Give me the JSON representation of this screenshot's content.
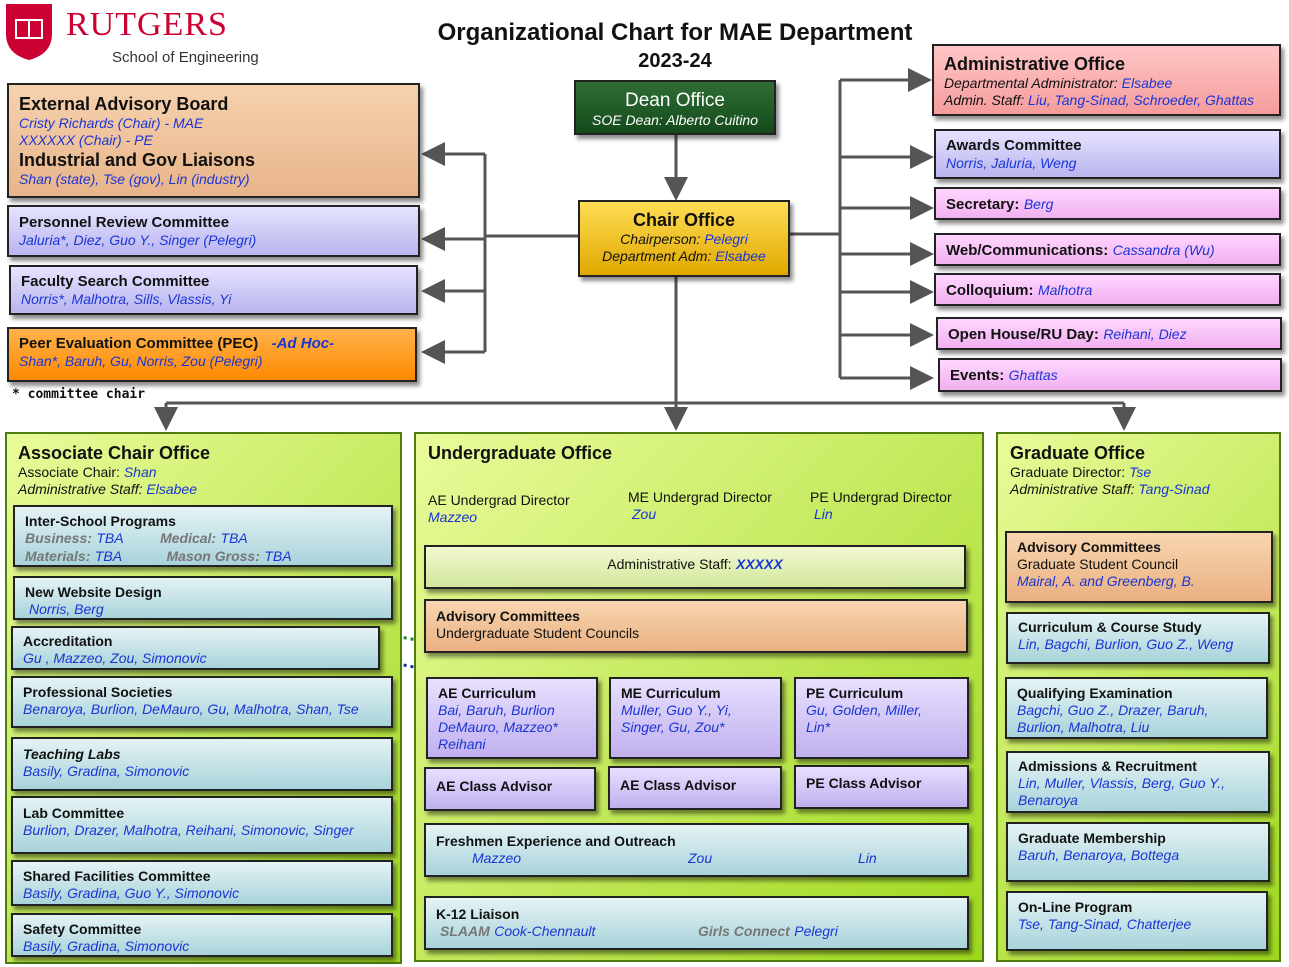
{
  "logo": {
    "name": "RUTGERS",
    "sub": "School of Engineering"
  },
  "title": {
    "line1": "Organizational Chart for MAE Department",
    "line2": "2023-24"
  },
  "dean": {
    "title": "Dean Office",
    "sub": "SOE Dean: Alberto Cuitino"
  },
  "chair": {
    "title": "Chair Office",
    "l1": "Chairperson:",
    "l1v": "Pelegri",
    "l2": "Department Adm:",
    "l2v": "Elsabee"
  },
  "left": {
    "eab": {
      "t1": "External Advisory Board",
      "n1": "Cristy Richards (Chair)  - MAE",
      "n2": "XXXXXX  (Chair) - PE",
      "t2": "Industrial and Gov Liaisons",
      "n3": "Shan (state), Tse (gov), Lin (industry)"
    },
    "prc": {
      "t": "Personnel Review Committee",
      "n": "Jaluria*, Diez, Guo Y., Singer (Pelegri)"
    },
    "fsc": {
      "t": "Faculty Search Committee",
      "n": "Norris*, Malhotra, Sills, Vlassis, Yi"
    },
    "pec": {
      "t": "Peer Evaluation Committee (PEC)",
      "tag": "-Ad Hoc-",
      "n": "Shan*, Baruh, Gu, Norris, Zou (Pelegri)"
    },
    "note": "* committee chair"
  },
  "right": {
    "admin": {
      "t": "Administrative Office",
      "l1": "Departmental Administrator:",
      "l1v": "Elsabee",
      "l2": "Admin. Staff:",
      "l2v": "Liu, Tang-Sinad, Schroeder, Ghattas"
    },
    "awards": {
      "t": "Awards Committee",
      "n": "Norris, Jaluria, Weng"
    },
    "secretary": {
      "t": "Secretary:",
      "n": "Berg"
    },
    "web": {
      "t": "Web/Communications:",
      "n": "Cassandra (Wu)"
    },
    "colloquium": {
      "t": "Colloquium:",
      "n": "Malhotra"
    },
    "openhouse": {
      "t": "Open House/RU Day:",
      "n": "Reihani, Diez"
    },
    "events": {
      "t": "Events:",
      "n": "Ghattas"
    }
  },
  "assoc": {
    "title": "Associate Chair Office",
    "l1": "Associate Chair:",
    "l1v": "Shan",
    "l2": "Administrative Staff:",
    "l2v": "Elsabee",
    "isp": {
      "t": "Inter-School Programs",
      "b": "Business:",
      "bv": "TBA",
      "m": "Medical:",
      "mv": "TBA",
      "ma": "Materials:",
      "mav": "TBA",
      "mg": "Mason Gross:",
      "mgv": "TBA"
    },
    "web": {
      "t": "New Website Design",
      "n": "Norris, Berg"
    },
    "acc": {
      "t": "Accreditation",
      "n": "Gu , Mazzeo, Zou, Simonovic"
    },
    "prof": {
      "t": "Professional Societies",
      "n": "Benaroya, Burlion, DeMauro, Gu, Malhotra, Shan, Tse"
    },
    "teach": {
      "t": "Teaching  Labs",
      "n": "Basily, Gradina, Simonovic"
    },
    "lab": {
      "t": "Lab Committee",
      "n": "Burlion, Drazer, Malhotra, Reihani, Simonovic, Singer"
    },
    "shared": {
      "t": "Shared Facilities Committee",
      "n": "Basily, Gradina, Guo Y., Simonovic"
    },
    "safety": {
      "t": "Safety Committee",
      "n": "Basily, Gradina, Simonovic"
    }
  },
  "ug": {
    "title": "Undergraduate Office",
    "ae_dir": "AE Undergrad Director",
    "ae_dir_n": "Mazzeo",
    "me_dir": "ME Undergrad Director",
    "me_dir_n": "Zou",
    "pe_dir": "PE Undergrad Director",
    "pe_dir_n": "Lin",
    "staff": "Administrative Staff:",
    "staff_v": "XXXXX",
    "adv": {
      "t": "Advisory Committees",
      "s": "Undergraduate Student Councils"
    },
    "aec": {
      "t": "AE Curriculum",
      "n1": "Bai, Baruh, Burlion",
      "n2": "DeMauro, Mazzeo*",
      "n3": "Reihani"
    },
    "mec": {
      "t": "ME Curriculum",
      "n1": "Muller, Guo Y., Yi,",
      "n2": "Singer, Gu, Zou*"
    },
    "pec": {
      "t": "PE Curriculum",
      "n1": "Gu, Golden, Miller,",
      "n2": "Lin*"
    },
    "aeca": "AE Class Advisor",
    "meca": "AE Class Advisor",
    "peca": "PE Class Advisor",
    "fresh": {
      "t": "Freshmen Experience and Outreach",
      "a": "Mazzeo",
      "b": "Zou",
      "c": "Lin"
    },
    "k12": {
      "t": "K-12 Liaison",
      "a": "SLAAM",
      "av": "Cook-Chennault",
      "b": "Girls Connect",
      "bv": "Pelegri"
    }
  },
  "grad": {
    "title": "Graduate Office",
    "l1": "Graduate Director:",
    "l1v": "Tse",
    "l2": "Administrative Staff:",
    "l2v": "Tang-Sinad",
    "adv": {
      "t": "Advisory Committees",
      "s": "Graduate Student Council",
      "n": "Mairal, A. and Greenberg, B."
    },
    "curr": {
      "t": "Curriculum & Course Study",
      "n": "Lin, Bagchi, Burlion, Guo Z., Weng"
    },
    "qual": {
      "t": "Qualifying Examination",
      "n1": "Bagchi, Guo Z., Drazer, Baruh,",
      "n2": "Burlion, Malhotra, Liu"
    },
    "adm": {
      "t": "Admissions & Recruitment",
      "n1": "Lin, Muller, Vlassis, Berg, Guo Y.,",
      "n2": "Benaroya"
    },
    "mem": {
      "t": "Graduate Membership",
      "n": "Baruh, Benaroya, Bottega"
    },
    "online": {
      "t": "On-Line Program",
      "n": "Tse, Tang-Sinad, Chatterjee"
    }
  }
}
